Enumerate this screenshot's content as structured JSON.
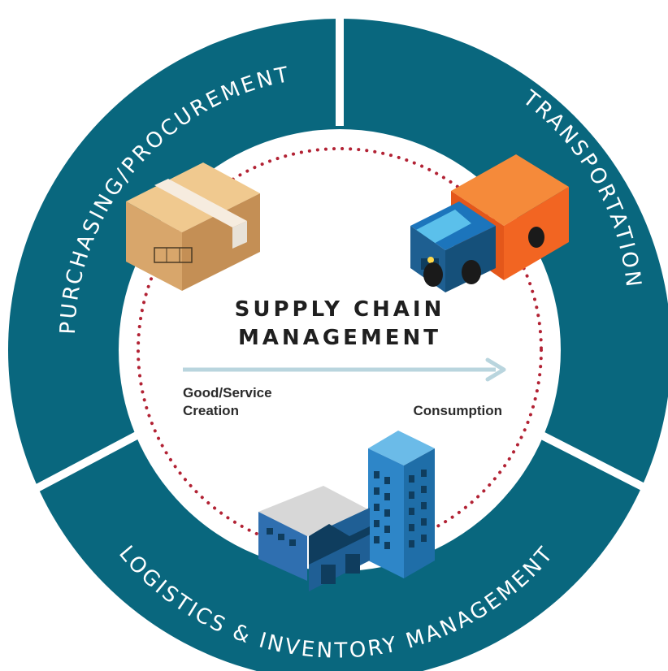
{
  "segments": [
    {
      "label": "PURCHASING/PROCUREMENT"
    },
    {
      "label": "TRANSPORTATION"
    },
    {
      "label": "LOGISTICS & INVENTORY MANAGEMENT"
    }
  ],
  "center": {
    "title_line1": "SUPPLY CHAIN",
    "title_line2": "MANAGEMENT",
    "start_label_line1": "Good/Service",
    "start_label_line2": "Creation",
    "end_label": "Consumption"
  },
  "colors": {
    "ring": "#09677e",
    "ring_divider": "#ffffff",
    "dots": "#b22234",
    "arrow": "#b9d5de",
    "truck_cargo": "#f26522",
    "truck_cab": "#1c75bc",
    "box": "#d8a66b",
    "building": "#2e86c8"
  },
  "icons": [
    "cardboard-box-icon",
    "delivery-truck-icon",
    "buildings-icon"
  ]
}
